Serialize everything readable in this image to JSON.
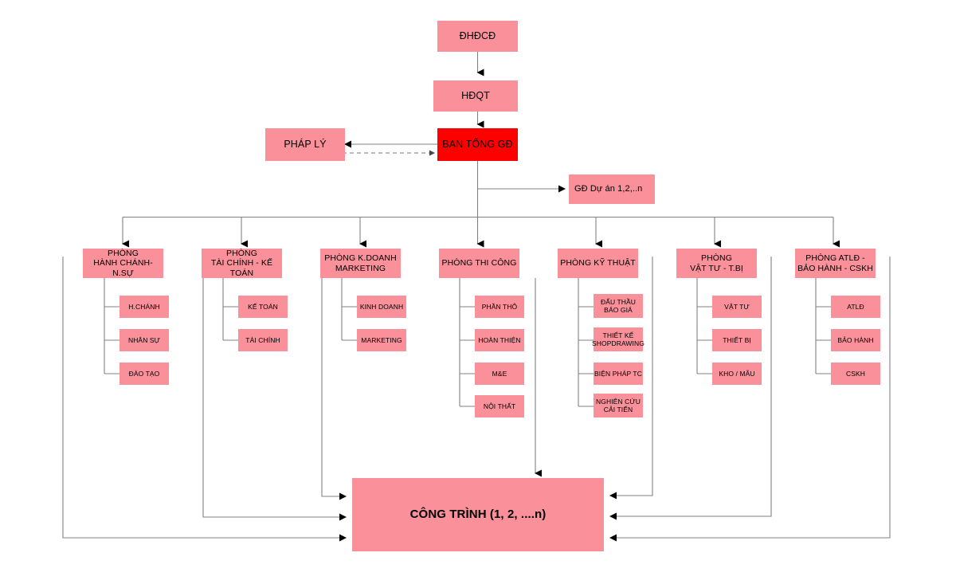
{
  "diagram": {
    "title": "Sơ đồ tổ chức",
    "colors": {
      "box_pink": "#fa909a",
      "box_red": "#ff0000",
      "line": "#808080",
      "text": "#000000",
      "background": "#ffffff"
    },
    "top_chain": [
      {
        "id": "dhdcd",
        "label": "ĐHĐCĐ",
        "color": "pink"
      },
      {
        "id": "hdqt",
        "label": "HĐQT",
        "color": "pink"
      },
      {
        "id": "ban-tong-gd",
        "label": "BAN TỔNG GĐ",
        "color": "red"
      }
    ],
    "side_nodes": [
      {
        "id": "phap-ly",
        "label": "PHÁP LÝ",
        "color": "pink"
      },
      {
        "id": "gd-du-an",
        "label": "GĐ Dự án 1,2,..n",
        "color": "pink"
      }
    ],
    "departments": [
      {
        "id": "hanh-chanh-nhan-su",
        "label": "PHÒNG\nHÀNH CHÁNH- N.SỰ",
        "children": [
          {
            "id": "h-chanh",
            "label": "H.CHÁNH"
          },
          {
            "id": "nhan-su",
            "label": "NHÂN SỰ"
          },
          {
            "id": "dao-tao",
            "label": "ĐÀO TẠO"
          }
        ]
      },
      {
        "id": "tai-chinh-ke-toan",
        "label": "PHÒNG\nTÀI CHÍNH - KẾ TOÁN",
        "children": [
          {
            "id": "ke-toan",
            "label": "KẾ TOÁN"
          },
          {
            "id": "tai-chinh",
            "label": "TÀI CHÍNH"
          }
        ]
      },
      {
        "id": "kinh-doanh-marketing",
        "label": "PHÒNG K.DOANH\nMARKETING",
        "children": [
          {
            "id": "kinh-doanh",
            "label": "KINH DOANH"
          },
          {
            "id": "marketing",
            "label": "MARKETING"
          }
        ]
      },
      {
        "id": "thi-cong",
        "label": "PHÒNG THI CÔNG",
        "children": [
          {
            "id": "phan-tho",
            "label": "PHẦN THÔ"
          },
          {
            "id": "hoan-thien",
            "label": "HOÀN THIỆN"
          },
          {
            "id": "m-e",
            "label": "M&E"
          },
          {
            "id": "noi-that",
            "label": "NỘI THẤT"
          }
        ]
      },
      {
        "id": "ky-thuat",
        "label": "PHÒNG KỸ THUẬT",
        "children": [
          {
            "id": "dau-thau-bao-gia",
            "label": "ĐẤU THẦU\nBÁO GIÁ"
          },
          {
            "id": "thiet-ke-shopdrawing",
            "label": "THIẾT KẾ\nSHOPDRAWING"
          },
          {
            "id": "bien-phap-tc",
            "label": "BIỆN PHÁP TC"
          },
          {
            "id": "nghien-cuu-cai-tien",
            "label": "NGHIÊN CỨU\nCẢI TIẾN"
          }
        ]
      },
      {
        "id": "vat-tu-thiet-bi",
        "label": "PHÒNG\nVẬT TƯ - T.BỊ",
        "children": [
          {
            "id": "vat-tu",
            "label": "VẬT TƯ"
          },
          {
            "id": "thiet-bi",
            "label": "THIẾT BỊ"
          },
          {
            "id": "kho-mau",
            "label": "KHO / MẪU"
          }
        ]
      },
      {
        "id": "atld-bao-hanh-cskh",
        "label": "PHÒNG ATLĐ -\nBẢO HÀNH - CSKH",
        "children": [
          {
            "id": "atld",
            "label": "ATLĐ"
          },
          {
            "id": "bao-hanh",
            "label": "BẢO HÀNH"
          },
          {
            "id": "cskh",
            "label": "CSKH"
          }
        ]
      }
    ],
    "bottom_node": {
      "id": "cong-trinh",
      "label": "CÔNG TRÌNH (1, 2, ....n)",
      "color": "pink"
    }
  }
}
